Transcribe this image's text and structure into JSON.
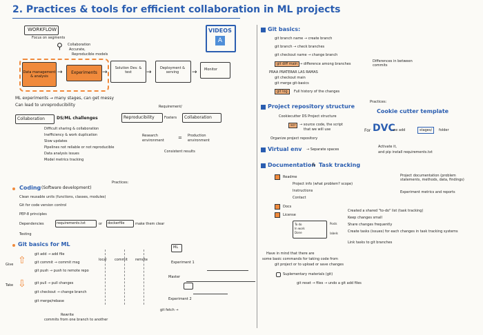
{
  "title": "2. Practices & tools for efficient collaboration in ML projects",
  "workflow": {
    "label": "WORKFLOW",
    "focus": "Focus on segments",
    "goals": [
      "Collaboration",
      "Accurate,",
      "Reproducible models"
    ],
    "steps": [
      "Data management & analysis",
      "Experiments",
      "Solution Dev. & test",
      "Deployment & serving",
      "Monitor"
    ]
  },
  "videos": {
    "label": "VIDEOS",
    "letter": "A"
  },
  "intro": [
    "ML experiments → many stages, can get messy",
    "Can lead to unreproducibility"
  ],
  "challenges": {
    "label1": "Collaboration",
    "label2": "DS/ML challenges",
    "items": [
      "Difficult sharing & collaboration",
      "Inefficiency & work duplication",
      "Slow updates",
      "Pipelines not reliable or not reproducible",
      "Data analysis issues",
      "Model metrics tracking"
    ]
  },
  "reproducibility": {
    "requirement": "Requirement/",
    "label": "Reproducibility",
    "fosters": "Fosters",
    "collab": "Collaboration",
    "research": [
      "Research",
      "environment"
    ],
    "eq": "=",
    "production": [
      "Production",
      "environment"
    ],
    "consistent": "Consistent results"
  },
  "coding": {
    "title": "Coding",
    "sub": "(Software development)",
    "practices": "Practices:",
    "items": [
      "Clean reusable units (functions, classes, modules)",
      "Git for code version control",
      "PEP-8 principles",
      "Dependencies",
      "Testing"
    ],
    "req": "requirements.txt",
    "or": "or",
    "docker": "dockerfile",
    "make": "make them clear"
  },
  "git_ml": {
    "title": "Git basics for ML",
    "give": "Give",
    "take": "Take",
    "give_cmds": [
      "git add → add file",
      "git commit → commit msg",
      "git push → push to remote repo"
    ],
    "take_cmds": [
      "git pull → pull changes",
      "git checkout → change branch",
      "git merge/rebase"
    ],
    "rewrite": [
      "Rewrite",
      "commits from one branch to another"
    ],
    "stages": [
      "local",
      "commit",
      "remote"
    ],
    "ml": "ML",
    "exp1": "Experiment 1",
    "master": "Master",
    "exp2": "Experiment 2",
    "fetch": "git fetch →"
  },
  "git_basics": {
    "title": "Git basics:",
    "items": [
      "git branch name → create branch",
      "git branch → check branches",
      "git checkout name → change branch",
      "git diff main",
      "Differences in between commits",
      "git log",
      "Full history of the changes"
    ],
    "diff_note": "→ difference among branches",
    "extra": [
      "PRAA PRATERAR LAS RAMAS",
      "git checkout main",
      "git merge git-basics"
    ]
  },
  "project_repo": {
    "title": "Project repository structure",
    "practices": "Practices:",
    "cookie": "Cookiecutter DS Project structure",
    "cookie_template": "Cookie cutter template",
    "scr": "scr",
    "scr_note": [
      "→ source code, the script",
      "that we will use"
    ],
    "organize": "Organize project repository",
    "for": "For",
    "dvc": "DVC",
    "we_add": ", we add",
    "stages": "stages/",
    "folder": "folder"
  },
  "virtual_env": {
    "title": "Virtual env",
    "arrow": "→ Separate spaces",
    "activate": [
      "Activate it,",
      "and pip install requirements.txt"
    ]
  },
  "docs": {
    "title": "Documentation",
    "amp": "&",
    "task": "Task tracking",
    "items": [
      "Readme",
      "Project info (what problem? scope)",
      "Instructions",
      "Contact",
      "Docs",
      "License"
    ],
    "right": [
      "Project documentation (problem statements, methods, data, findings)",
      "Experiment metrics and reports"
    ],
    "tracking": [
      "Created a shared \"to-do\" list (task tracking)",
      "Keep changes small",
      "Share changes frequently",
      "Create tasks (issues) for each changes in task tracking systems",
      "Link tasks to git branches"
    ],
    "kanban": [
      "To do",
      "In work",
      "Done",
      "Posts",
      "labels"
    ]
  },
  "bottom": {
    "text": [
      "Have in mind that there are",
      "some basic commands for taking code from",
      "git project or to upload or save changes"
    ],
    "supp": "Suplementary materials (git)",
    "reset": "git reset → files → undo a git add files"
  }
}
